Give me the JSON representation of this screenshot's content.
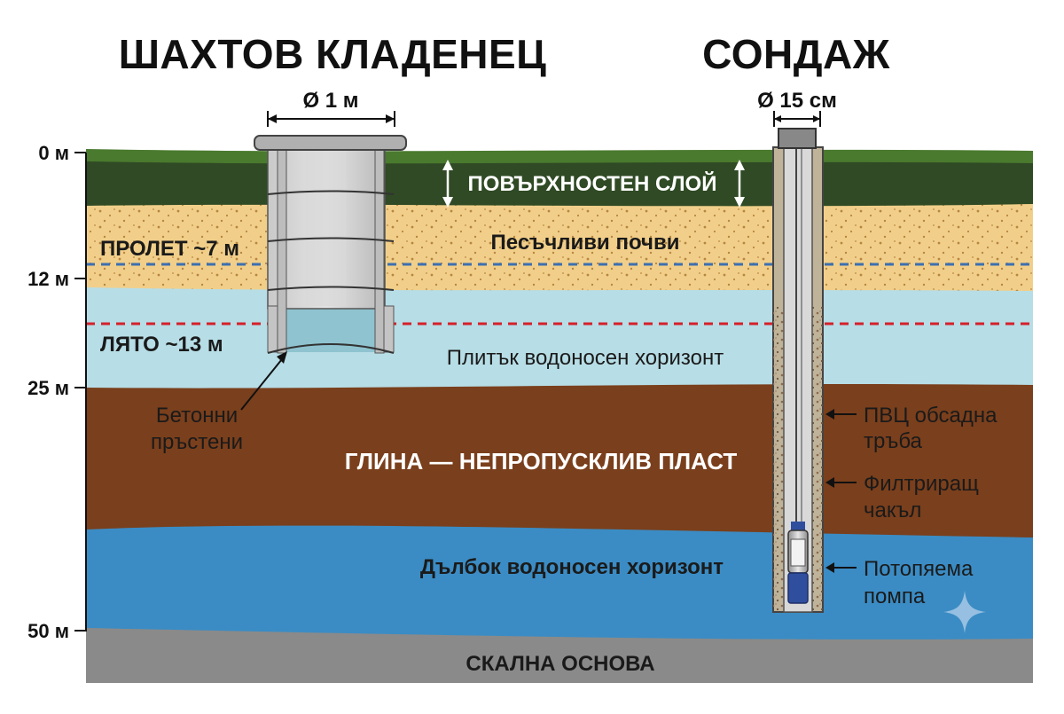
{
  "titles": {
    "shaft_well": "ШАХТОВ КЛАДЕНЕЦ",
    "borehole": "СОНДАЖ"
  },
  "dimensions": {
    "shaft_diameter": "Ø 1 м",
    "borehole_diameter": "Ø 15 см"
  },
  "depth_scale": {
    "ticks": [
      "0 м",
      "12 м",
      "25 м",
      "50 м"
    ]
  },
  "layers": {
    "surface": "ПОВЪРХНОСТЕН СЛОЙ",
    "sand": "Песъчливи почви",
    "shallow_aquifer": "Плитък водоносен хоризонт",
    "clay": "ГЛИНА — НЕПРОПУСКЛИВ ПЛАСТ",
    "deep_aquifer": "Дълбок водоносен хоризонт",
    "bedrock": "СКАЛНА ОСНОВА"
  },
  "water_levels": {
    "spring": "ПРОЛЕТ ~7 м",
    "summer": "ЛЯТО ~13 м"
  },
  "callouts": {
    "concrete_rings": [
      "Бетонни",
      "пръстени"
    ],
    "pvc_casing": [
      "ПВЦ обсадна",
      "тръба"
    ],
    "gravel_filter": [
      "Филтриращ",
      "чакъл"
    ],
    "submersible_pump": [
      "Потопяема",
      "помпа"
    ]
  },
  "colors": {
    "grass": "#4a7a2e",
    "topsoil": "#2f4a24",
    "sand": "#f1cf8a",
    "shallow_water": "#b7dde6",
    "clay": "#7a3f1c",
    "deep_water": "#3b8cc4",
    "bedrock": "#8a8a8a",
    "spring_line": "#3d6fb0",
    "summer_line": "#d4202a"
  }
}
